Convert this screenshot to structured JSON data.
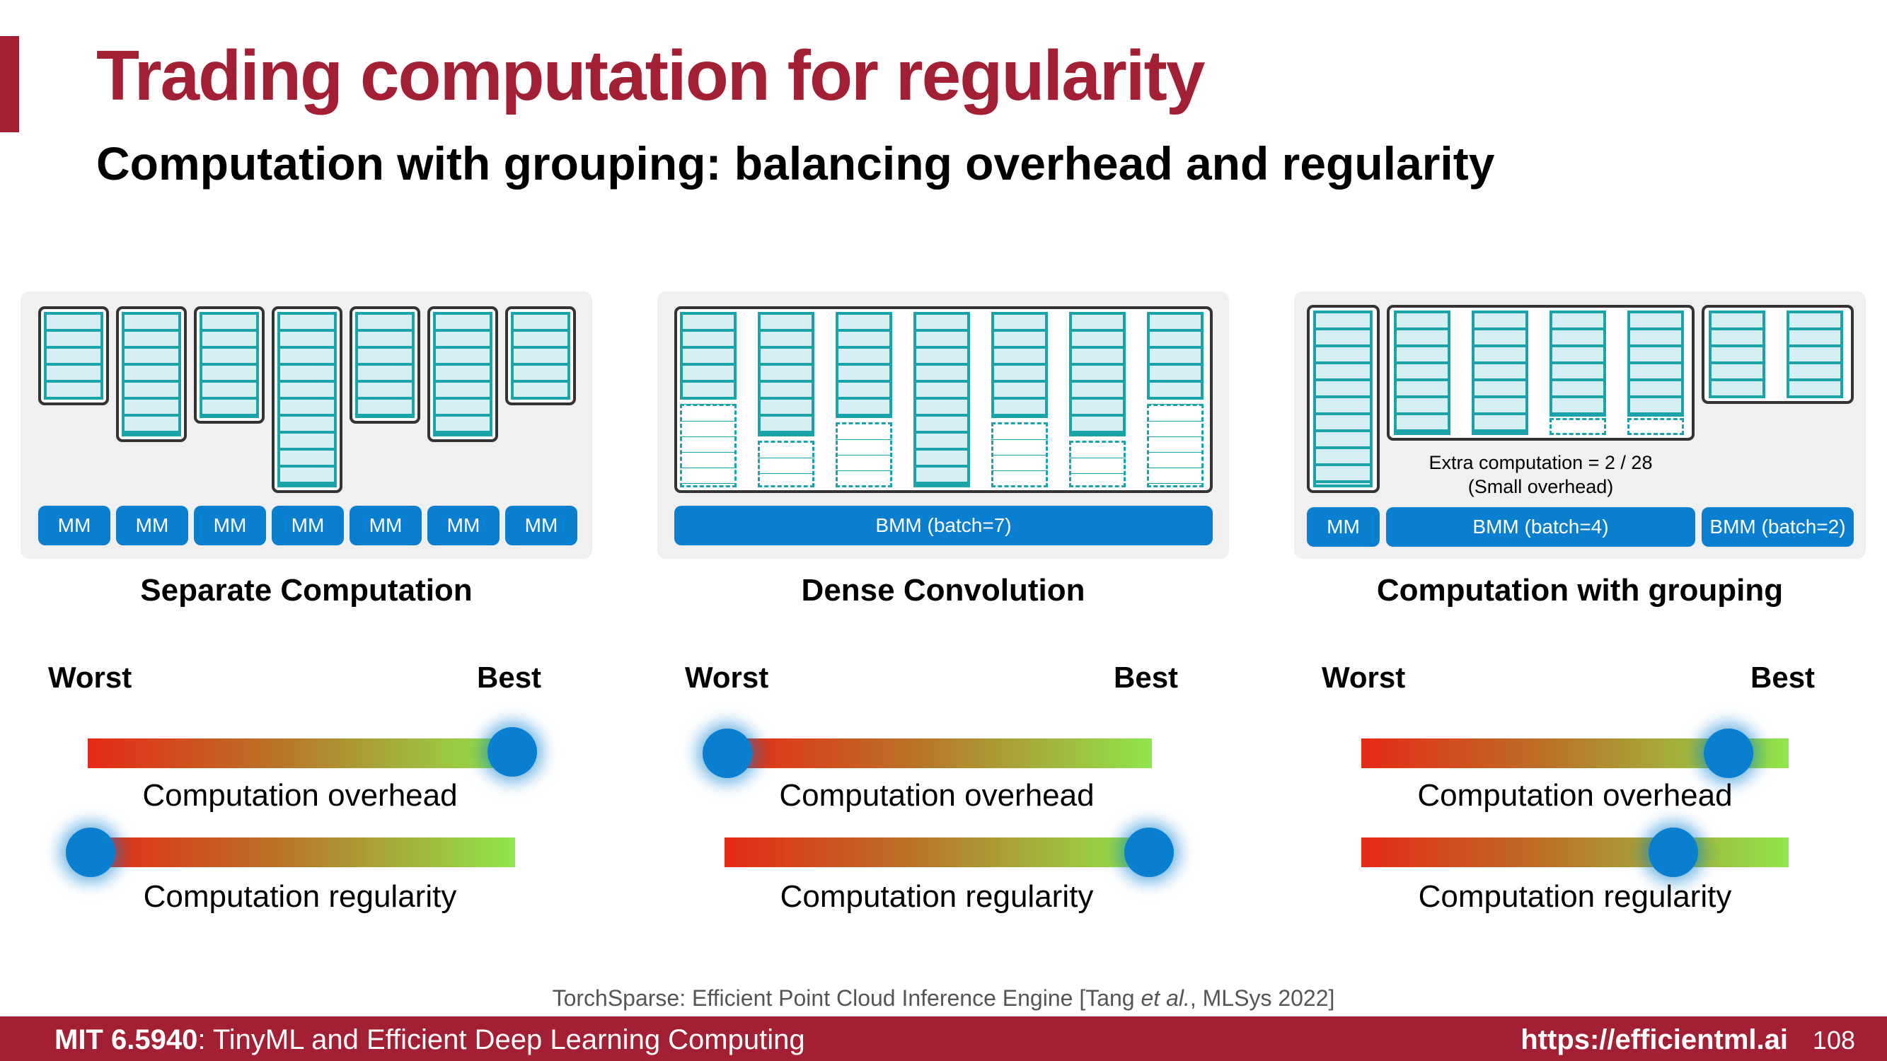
{
  "slide": {
    "title": "Trading computation for regularity",
    "subtitle": "Computation with grouping:  balancing overhead and regularity",
    "accent_color": "#a31f34"
  },
  "panels": {
    "separate": {
      "caption": "Separate Computation",
      "mm_labels": [
        "MM",
        "MM",
        "MM",
        "MM",
        "MM",
        "MM",
        "MM"
      ],
      "worst_label": "Worst",
      "best_label": "Best",
      "overhead_label": "Computation overhead",
      "regularity_label": "Computation regularity",
      "overhead_level": 1.0,
      "regularity_level": 0.0
    },
    "dense": {
      "caption": "Dense Convolution",
      "bmm_label": "BMM (batch=7)",
      "worst_label": "Worst",
      "best_label": "Best",
      "overhead_label": "Computation overhead",
      "regularity_label": "Computation regularity",
      "overhead_level": 0.0,
      "regularity_level": 1.0
    },
    "grouping": {
      "caption": "Computation with grouping",
      "mm_label": "MM",
      "bmm4_label": "BMM (batch=4)",
      "bmm2_label": "BMM (batch=2)",
      "extra_line1": "Extra computation = 2 / 28",
      "extra_line2": "(Small overhead)",
      "worst_label": "Worst",
      "best_label": "Best",
      "overhead_label": "Computation overhead",
      "regularity_label": "Computation regularity",
      "overhead_level": 0.86,
      "regularity_level": 0.73
    }
  },
  "citation": {
    "before": "TorchSparse: Efficient Point Cloud Inference Engine [Tang ",
    "italic": "et al.",
    "after": ", MLSys 2022]"
  },
  "footer": {
    "course_bold": "MIT 6.5940",
    "course_rest": ": TinyML and Efficient Deep Learning Computing",
    "url": "https://efficientml.ai",
    "page": "108"
  },
  "colors": {
    "footer_bg": "#a31f34",
    "button_blue": "#0a7fd0",
    "column_teal": "#1aa3a8",
    "gradient": [
      "#e62a16",
      "#b97428",
      "#8fe64c"
    ]
  }
}
